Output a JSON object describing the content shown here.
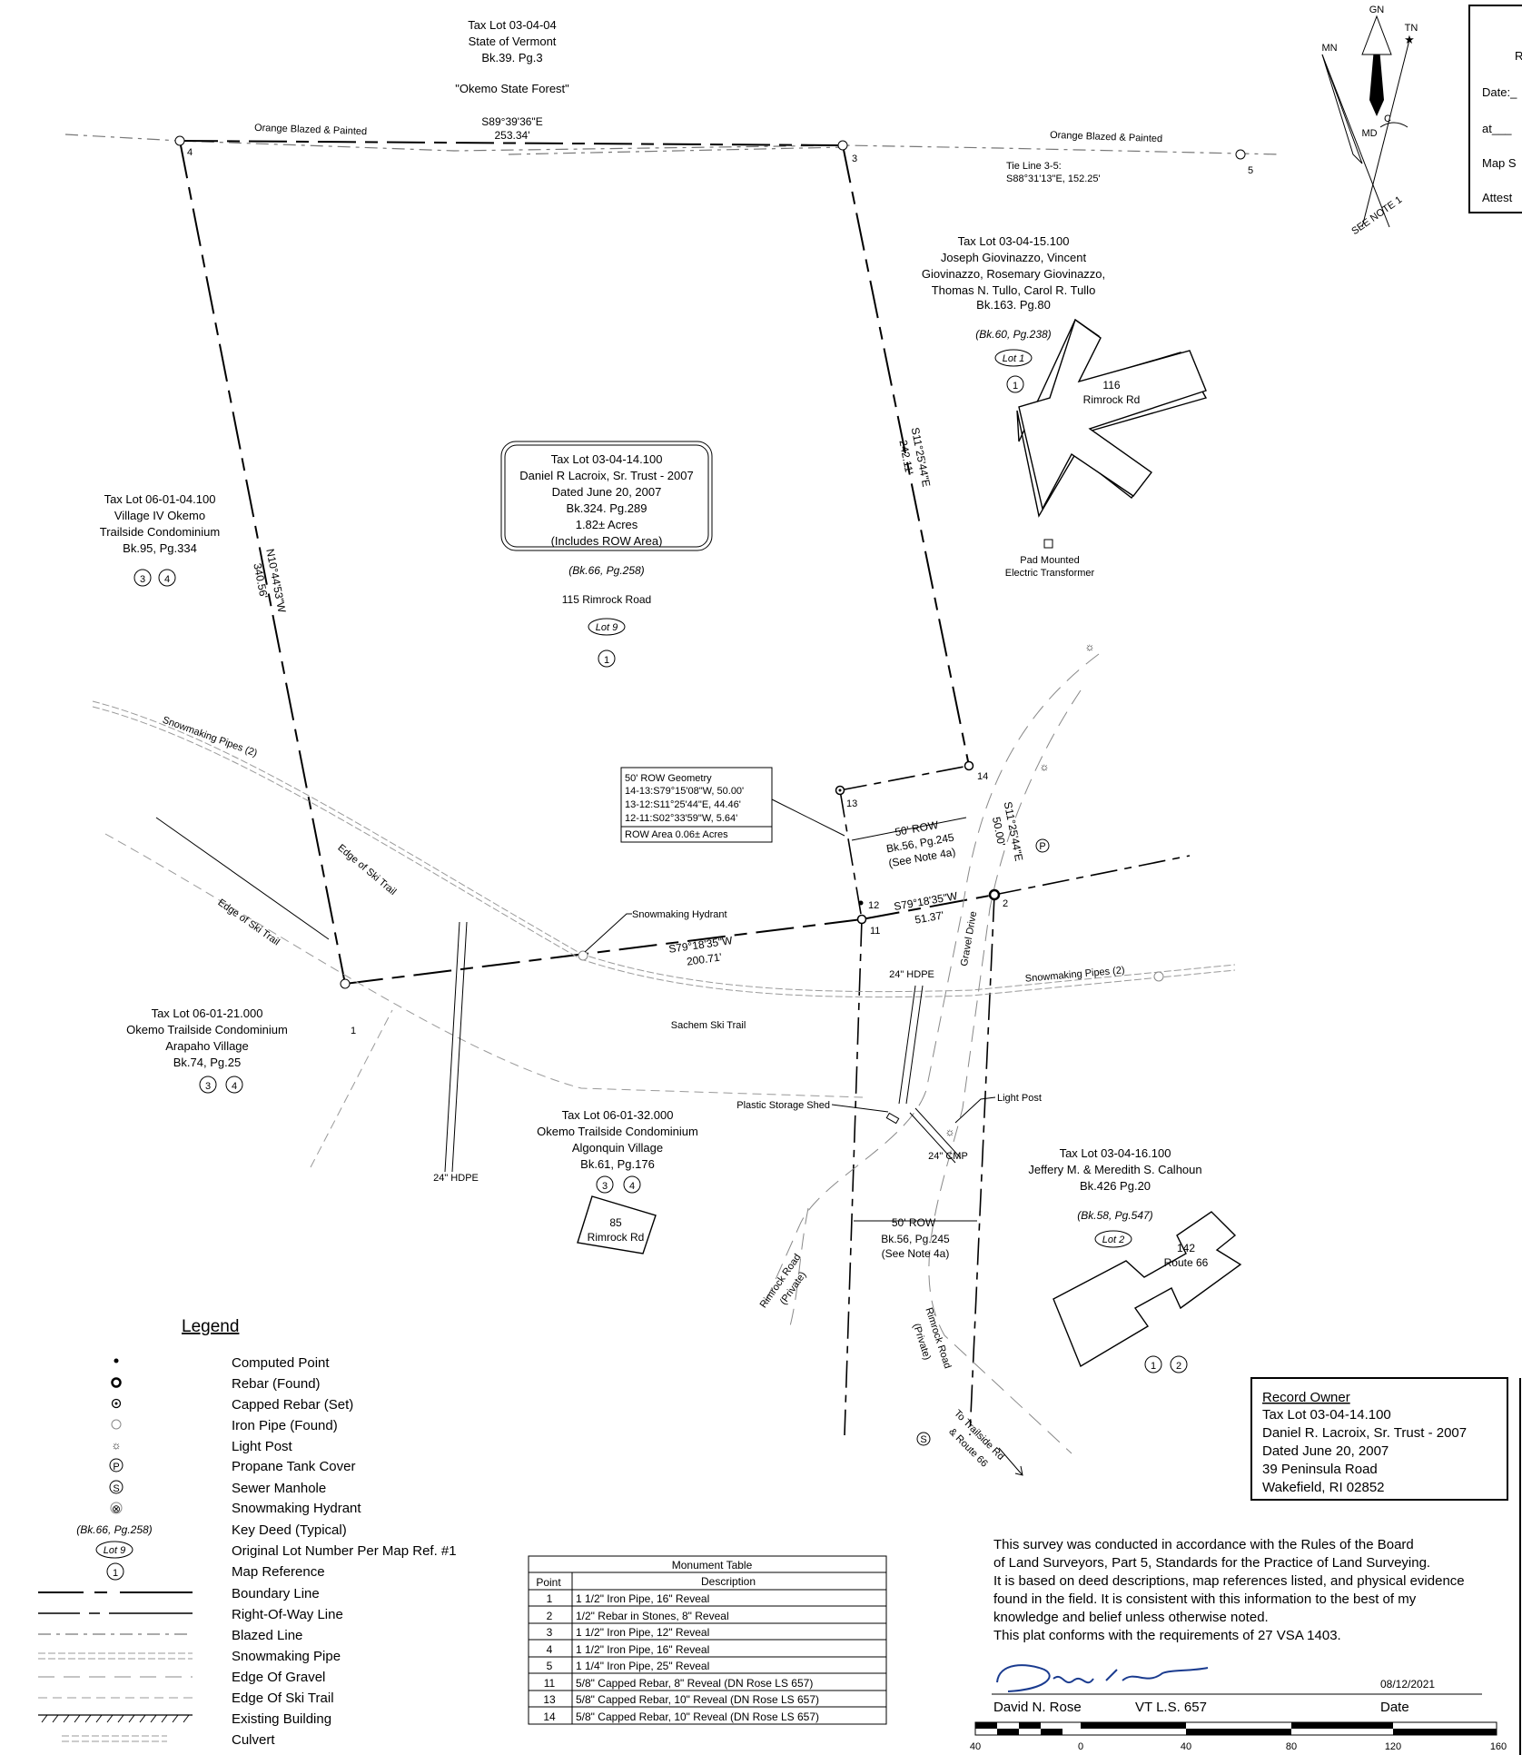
{
  "north_arrow": {
    "gn": "GN",
    "tn": "TN",
    "mn": "MN",
    "md": "MD",
    "c": "C",
    "note": "SEE NOTE 1"
  },
  "title_block": {
    "line1": "R",
    "date": "Date:_",
    "at": "at___",
    "map": "Map S",
    "attest": "Attest"
  },
  "lots": {
    "north": {
      "l1": "Tax Lot 03-04-04",
      "l2": "State of Vermont",
      "l3": "Bk.39. Pg.3",
      "l4": "\"Okemo State Forest\""
    },
    "west": {
      "l1": "Tax Lot 06-01-04.100",
      "l2": "Village IV Okemo",
      "l3": "Trailside Condominium",
      "l4": "Bk.95, Pg.334"
    },
    "subject": {
      "l1": "Tax Lot 03-04-14.100",
      "l2": "Daniel R Lacroix, Sr. Trust - 2007",
      "l3": "Dated June 20, 2007",
      "l4": "Bk.324. Pg.289",
      "l5": "1.82± Acres",
      "l6": "(Includes ROW Area)",
      "deed": "(Bk.66, Pg.258)",
      "addr": "115 Rimrock Road",
      "lot": "Lot 9"
    },
    "ne": {
      "l1": "Tax Lot 03-04-15.100",
      "l2": "Joseph Giovinazzo, Vincent",
      "l3": "Giovinazzo, Rosemary Giovinazzo,",
      "l4": "Thomas N. Tullo, Carol R. Tullo",
      "l5": "Bk.163. Pg.80",
      "deed": "(Bk.60, Pg.238)",
      "lot": "Lot 1",
      "house_num": "116",
      "house_st": "Rimrock Rd"
    },
    "sw": {
      "l1": "Tax Lot 06-01-21.000",
      "l2": "Okemo Trailside Condominium",
      "l3": "Arapaho Village",
      "l4": "Bk.74, Pg.25"
    },
    "south": {
      "l1": "Tax Lot 06-01-32.000",
      "l2": "Okemo Trailside Condominium",
      "l3": "Algonquin Village",
      "l4": "Bk.61, Pg.176",
      "house_num": "85",
      "house_st": "Rimrock Rd"
    },
    "se": {
      "l1": "Tax Lot 03-04-16.100",
      "l2": "Jeffery M. & Meredith S. Calhoun",
      "l3": "Bk.426 Pg.20",
      "deed": "(Bk.58, Pg.547)",
      "lot": "Lot 2",
      "house_num": "142",
      "house_st": "Route 66"
    }
  },
  "refs": {
    "r1": "1",
    "r2": "2",
    "r3": "3",
    "r4": "4"
  },
  "bearings": {
    "north_b": "S89°39'36\"E",
    "north_d": "253.34'",
    "west_b": "N10°44'53\"W",
    "west_d": "340.56'",
    "east_b": "S11°25'44\"E",
    "east_d": "242.11'",
    "south_b": "S79°18'35\"W",
    "south_d": "200.71'",
    "s2_b": "S79°18'35\"W",
    "s2_d": "51.37'",
    "row_b": "S11°25'44\"E",
    "row_d": "50.00'",
    "tie": "Tie Line 3-5:",
    "tie_v": "S88°31'13\"E, 152.25'"
  },
  "labels": {
    "blazed_w": "Orange Blazed & Painted",
    "blazed_e": "Orange Blazed & Painted",
    "pipes_w": "Snowmaking Pipes (2)",
    "pipes_e": "Snowmaking Pipes (2)",
    "ski1": "Edge of Ski Trail",
    "ski2": "Edge of Ski Trail",
    "hydrant": "Snowmaking Hydrant",
    "sachem": "Sachem Ski Trail",
    "hdpe1": "24\" HDPE",
    "hdpe2": "24\" HDPE",
    "cmp": "24\" CMP",
    "shed": "Plastic Storage Shed",
    "light": "Light Post",
    "transformer1": "Pad Mounted",
    "transformer2": "Electric Transformer",
    "gravel": "Gravel Drive",
    "row1_a": "50' ROW",
    "row1_b": "Bk.56, Pg.245",
    "row1_c": "(See Note 4a)",
    "row2_a": "50' ROW",
    "row2_b": "Bk.56, Pg.245",
    "row2_c": "(See Note 4a)",
    "rimrock_w1": "Rimrock Road",
    "rimrock_w2": "(Private)",
    "rimrock_e1": "Rimrock Road",
    "rimrock_e2": "(Private)",
    "to1": "To Trailside Rd",
    "to2": "& Route 66",
    "p": "P",
    "s": "S"
  },
  "points": {
    "p1": "1",
    "p2": "2",
    "p3": "3",
    "p4": "4",
    "p5": "5",
    "p11": "11",
    "p12": "12",
    "p13": "13",
    "p14": "14"
  },
  "row_geometry": {
    "title": "50' ROW Geometry",
    "r1": "14-13:S79°15'08\"W, 50.00'",
    "r2": "13-12:S11°25'44\"E, 44.46'",
    "r3": "12-11:S02°33'59\"W, 5.64'",
    "r4": "ROW Area 0.06± Acres"
  },
  "legend": {
    "title": "Legend",
    "items": [
      "Computed Point",
      "Rebar (Found)",
      "Capped Rebar (Set)",
      "Iron Pipe (Found)",
      "Light Post",
      "Propane Tank Cover",
      "Sewer Manhole",
      "Snowmaking Hydrant",
      "Key Deed (Typical)",
      "Original Lot Number Per Map Ref. #1",
      "Map Reference",
      "Boundary Line",
      "Right-Of-Way Line",
      "Blazed Line",
      "Snowmaking Pipe",
      "Edge Of Gravel",
      "Edge Of Ski Trail",
      "Existing Building",
      "Culvert"
    ],
    "key_deed": "(Bk.66, Pg.258)",
    "lot9": "Lot 9",
    "mapref": "1",
    "p": "P",
    "s": "S"
  },
  "monument_table": {
    "title": "Monument Table",
    "h_point": "Point",
    "h_desc": "Description",
    "rows": [
      {
        "p": "1",
        "d": "1 1/2\" Iron Pipe, 16\" Reveal"
      },
      {
        "p": "2",
        "d": "1/2\" Rebar in Stones, 8\" Reveal"
      },
      {
        "p": "3",
        "d": "1 1/2\" Iron Pipe, 12\" Reveal"
      },
      {
        "p": "4",
        "d": "1 1/2\" Iron Pipe, 16\" Reveal"
      },
      {
        "p": "5",
        "d": "1 1/4\" Iron Pipe, 25\" Reveal"
      },
      {
        "p": "11",
        "d": "5/8\" Capped Rebar, 8\" Reveal (DN Rose LS 657)"
      },
      {
        "p": "13",
        "d": "5/8\" Capped Rebar, 10\" Reveal (DN Rose LS 657)"
      },
      {
        "p": "14",
        "d": "5/8\" Capped Rebar, 10\" Reveal (DN Rose LS 657)"
      }
    ]
  },
  "record_owner": {
    "title": "Record Owner",
    "l1": "Tax Lot 03-04-14.100",
    "l2": "Daniel R. Lacroix, Sr. Trust - 2007",
    "l3": "Dated June 20, 2007",
    "l4": "39 Peninsula Road",
    "l5": "Wakefield, RI  02852"
  },
  "certification": {
    "l1": "This survey was conducted in accordance with the Rules of the Board",
    "l2": "of Land Surveyors, Part 5, Standards for the Practice of Land Surveying.",
    "l3": "It is based on deed descriptions, map references listed, and physical evidence",
    "l4": "found in the field.  It is consistent with this information to the best of my",
    "l5": "knowledge and belief unless otherwise noted.",
    "l6": "This plat conforms with the requirements of 27 VSA 1403.",
    "date": "08/12/2021",
    "name": "David N. Rose",
    "license": "VT L.S. 657",
    "date_label": "Date"
  },
  "scale": {
    "t0": "40",
    "t1": "0",
    "t2": "40",
    "t3": "80",
    "t4": "120",
    "t5": "160"
  }
}
